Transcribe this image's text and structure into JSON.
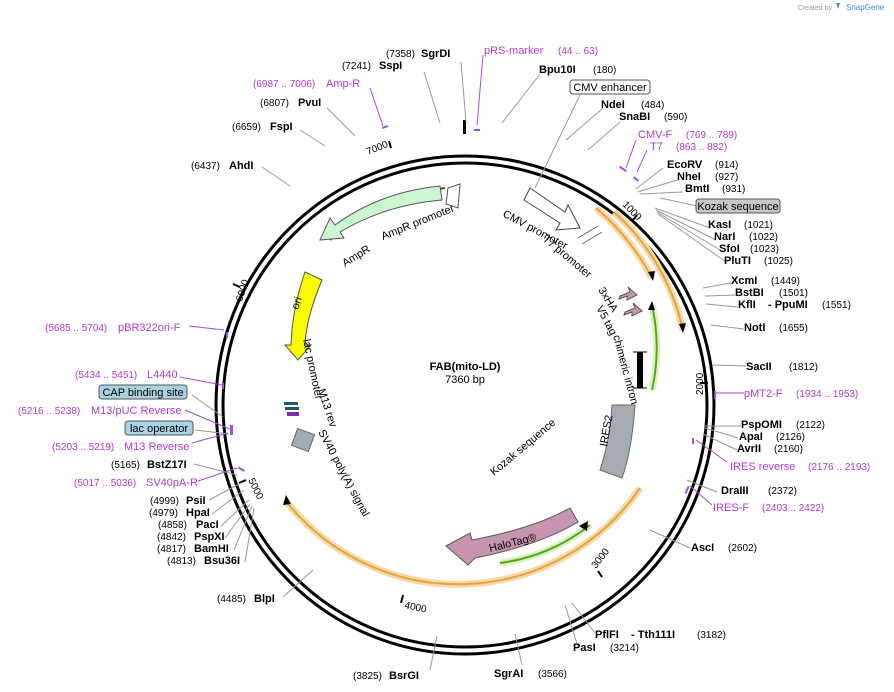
{
  "header": {
    "created_by": "Created by",
    "brand": "SnapGene"
  },
  "plasmid": {
    "name": "FAB(mito-LD)",
    "size": "7360 bp"
  },
  "ticks": [
    "1000",
    "2000",
    "3000",
    "4000",
    "5000",
    "6000",
    "7000"
  ],
  "features": {
    "cmv_promoter": "CMV promoter",
    "t7_promoter": "T7 promoter",
    "ha": "3xHA",
    "v5": "V5 tag",
    "chimeric_intron": "chimeric intron",
    "ires2": "IRES2",
    "kozak_inner": "Kozak sequence",
    "halotag": "HaloTag®",
    "sv40_polya": "SV40 poly(A) signal",
    "m13_rev": "M13 rev",
    "lac_promoter": "lac promoter",
    "ori": "ori",
    "ampr": "AmpR",
    "ampr_promoter": "AmpR promoter"
  },
  "boxed_labels": {
    "cmv_enhancer": "CMV enhancer",
    "kozak_sequence": "Kozak sequence",
    "cap_binding_site": "CAP binding site",
    "lac_operator": "lac operator"
  },
  "enzymes": [
    {
      "name": "SgrDI",
      "pos": "(7358)"
    },
    {
      "name": "SspI",
      "pos": "(7241)"
    },
    {
      "name": "PvuI",
      "pos": "(6807)"
    },
    {
      "name": "FspI",
      "pos": "(6659)"
    },
    {
      "name": "AhdI",
      "pos": "(6437)"
    },
    {
      "name": "Bpu10I",
      "pos": "(180)"
    },
    {
      "name": "NdeI",
      "pos": "(484)"
    },
    {
      "name": "SnaBI",
      "pos": "(590)"
    },
    {
      "name": "EcoRV",
      "pos": "(914)"
    },
    {
      "name": "NheI",
      "pos": "(927)"
    },
    {
      "name": "BmtI",
      "pos": "(931)"
    },
    {
      "name": "KasI",
      "pos": "(1021)"
    },
    {
      "name": "NarI",
      "pos": "(1022)"
    },
    {
      "name": "SfoI",
      "pos": "(1023)"
    },
    {
      "name": "PluTI",
      "pos": "(1025)"
    },
    {
      "name": "XcmI",
      "pos": "(1449)"
    },
    {
      "name": "BstBI",
      "pos": "(1501)"
    },
    {
      "name": "KflI",
      "pos": ""
    },
    {
      "name": "- PpuMI",
      "pos": "(1551)"
    },
    {
      "name": "NotI",
      "pos": "(1655)"
    },
    {
      "name": "SacII",
      "pos": "(1812)"
    },
    {
      "name": "PspOMI",
      "pos": "(2122)"
    },
    {
      "name": "ApaI",
      "pos": "(2126)"
    },
    {
      "name": "AvrII",
      "pos": "(2160)"
    },
    {
      "name": "DraIII",
      "pos": "(2372)"
    },
    {
      "name": "AscI",
      "pos": "(2602)"
    },
    {
      "name": "PflFI",
      "pos": ""
    },
    {
      "name": "- Tth111I",
      "pos": "(3182)"
    },
    {
      "name": "PasI",
      "pos": "(3214)"
    },
    {
      "name": "SgrAI",
      "pos": "(3566)"
    },
    {
      "name": "BsrGI",
      "pos": "(3825)"
    },
    {
      "name": "BlpI",
      "pos": "(4485)"
    },
    {
      "name": "BstZ17I",
      "pos": "(5165)"
    },
    {
      "name": "PsiI",
      "pos": "(4999)"
    },
    {
      "name": "HpaI",
      "pos": "(4979)"
    },
    {
      "name": "PacI",
      "pos": "(4858)"
    },
    {
      "name": "PspXI",
      "pos": "(4842)"
    },
    {
      "name": "BamHI",
      "pos": "(4817)"
    },
    {
      "name": "Bsu36I",
      "pos": "(4813)"
    }
  ],
  "primers": [
    {
      "name": "pRS-marker",
      "range": "(44 .. 63)"
    },
    {
      "name": "Amp-R",
      "range": "(6987 .. 7006)"
    },
    {
      "name": "CMV-F",
      "range": "(769 .. 789)"
    },
    {
      "name": "T7",
      "range": "(863 .. 882)"
    },
    {
      "name": "pMT2-F",
      "range": "(1934 .. 1953)"
    },
    {
      "name": "IRES reverse",
      "range": "(2176 .. 2193)"
    },
    {
      "name": "IRES-F",
      "range": "(2403 .. 2422)"
    },
    {
      "name": "pBR322ori-F",
      "range": "(5685 .. 5704)"
    },
    {
      "name": "L4440",
      "range": "(5434 .. 5451)"
    },
    {
      "name": "M13/pUC Reverse",
      "range": "(5216 .. 5238)"
    },
    {
      "name": "M13 Reverse",
      "range": "(5203 .. 5219)"
    },
    {
      "name": "SV40pA-R",
      "range": "(5017 .. 5036)"
    }
  ],
  "colors": {
    "cmv": "#ffffff",
    "ampr": "#cbf7cf",
    "ori": "#fcfc00",
    "halotag": "#c895b0",
    "ires": "#a5abb2",
    "orange": "#e8a33c",
    "green": "#5aa41e",
    "primer": "#a64bd6"
  }
}
